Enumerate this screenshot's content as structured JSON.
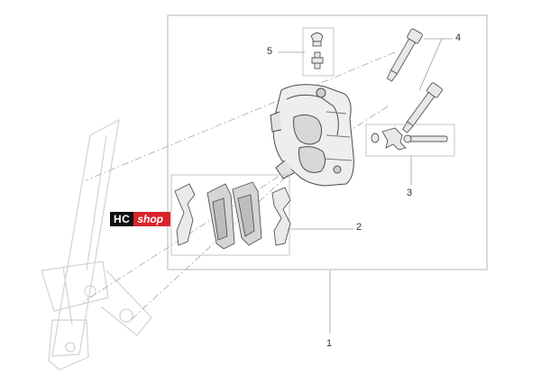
{
  "callouts": {
    "c1": "1",
    "c2": "2",
    "c3": "3",
    "c4": "4",
    "c5": "5"
  },
  "logo": {
    "part1": "HC",
    "part2": "shop"
  },
  "colors": {
    "line": "#9a9a9a",
    "part_stroke": "#555555",
    "frame": "#b5b5b5",
    "logo_red": "#d9232a",
    "logo_black": "#111111"
  }
}
